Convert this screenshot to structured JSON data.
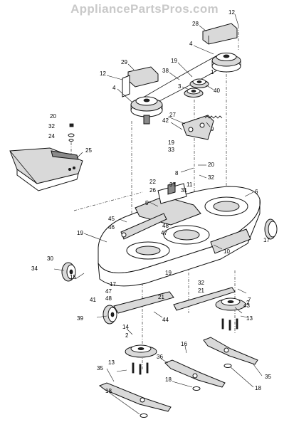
{
  "watermark": "AppliancePartsPros.com",
  "callouts": [
    {
      "id": "c12a",
      "text": "12"
    },
    {
      "id": "c28",
      "text": "28"
    },
    {
      "id": "c4a",
      "text": "4"
    },
    {
      "id": "c29",
      "text": "29"
    },
    {
      "id": "c19a",
      "text": "19"
    },
    {
      "id": "c12b",
      "text": "12"
    },
    {
      "id": "c38",
      "text": "38"
    },
    {
      "id": "c1",
      "text": "1"
    },
    {
      "id": "c4b",
      "text": "4"
    },
    {
      "id": "c3",
      "text": "3"
    },
    {
      "id": "c40",
      "text": "40"
    },
    {
      "id": "c27",
      "text": "27"
    },
    {
      "id": "c42",
      "text": "42"
    },
    {
      "id": "c9",
      "text": "9"
    },
    {
      "id": "c20a",
      "text": "20"
    },
    {
      "id": "c32a",
      "text": "32"
    },
    {
      "id": "c24",
      "text": "24"
    },
    {
      "id": "c25",
      "text": "25"
    },
    {
      "id": "c19b",
      "text": "19"
    },
    {
      "id": "c33",
      "text": "33"
    },
    {
      "id": "c20b",
      "text": "20"
    },
    {
      "id": "c8",
      "text": "8"
    },
    {
      "id": "c32b",
      "text": "32"
    },
    {
      "id": "c22",
      "text": "22"
    },
    {
      "id": "c37",
      "text": "37"
    },
    {
      "id": "c11",
      "text": "11"
    },
    {
      "id": "c26",
      "text": "26"
    },
    {
      "id": "c31",
      "text": "31"
    },
    {
      "id": "c6",
      "text": "6"
    },
    {
      "id": "c5",
      "text": "5"
    },
    {
      "id": "c45",
      "text": "45"
    },
    {
      "id": "c48a",
      "text": "48"
    },
    {
      "id": "c46",
      "text": "46"
    },
    {
      "id": "c47a",
      "text": "47"
    },
    {
      "id": "c19c",
      "text": "19"
    },
    {
      "id": "c17a",
      "text": "17"
    },
    {
      "id": "c10",
      "text": "10"
    },
    {
      "id": "c30",
      "text": "30"
    },
    {
      "id": "c34",
      "text": "34"
    },
    {
      "id": "c15",
      "text": "15"
    },
    {
      "id": "c19d",
      "text": "19"
    },
    {
      "id": "c32c",
      "text": "32"
    },
    {
      "id": "c21a",
      "text": "21"
    },
    {
      "id": "c17b",
      "text": "17"
    },
    {
      "id": "c47b",
      "text": "47"
    },
    {
      "id": "c48b",
      "text": "48"
    },
    {
      "id": "c21b",
      "text": "21"
    },
    {
      "id": "c7",
      "text": "7"
    },
    {
      "id": "c41",
      "text": "41"
    },
    {
      "id": "c43",
      "text": "43"
    },
    {
      "id": "c39",
      "text": "39"
    },
    {
      "id": "c14",
      "text": "14"
    },
    {
      "id": "c44",
      "text": "44"
    },
    {
      "id": "c2a",
      "text": "2"
    },
    {
      "id": "c13a",
      "text": "13"
    },
    {
      "id": "c2b",
      "text": "2"
    },
    {
      "id": "c16",
      "text": "16"
    },
    {
      "id": "c13b",
      "text": "13"
    },
    {
      "id": "c36",
      "text": "36"
    },
    {
      "id": "c35a",
      "text": "35"
    },
    {
      "id": "c35b",
      "text": "35"
    },
    {
      "id": "c18a",
      "text": "18"
    },
    {
      "id": "c18b",
      "text": "18"
    },
    {
      "id": "c18c",
      "text": "18"
    }
  ]
}
